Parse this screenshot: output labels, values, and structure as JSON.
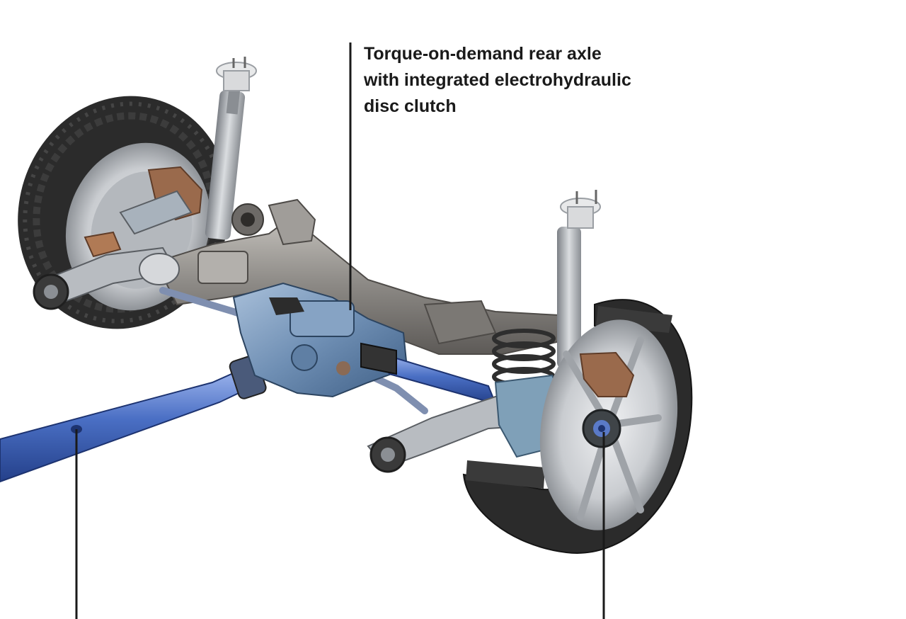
{
  "callout": {
    "lines": [
      "Torque-on-demand rear axle",
      "with integrated electrohydraulic",
      "disc clutch"
    ]
  },
  "colors": {
    "background": "#ffffff",
    "label_text": "#1a1a1a",
    "leader_line": "#1a1a1a",
    "tire": "#2b2b2b",
    "rim": "#c9ccd0",
    "subframe": "#8d8a86",
    "drivetrain_blue": "#4a6fc4",
    "differential_blue": "#6f8fb4",
    "strut": "#a9adb2",
    "copper_brake": "#9a6a4c"
  },
  "icons": [
    "rear-axle-illustration"
  ]
}
